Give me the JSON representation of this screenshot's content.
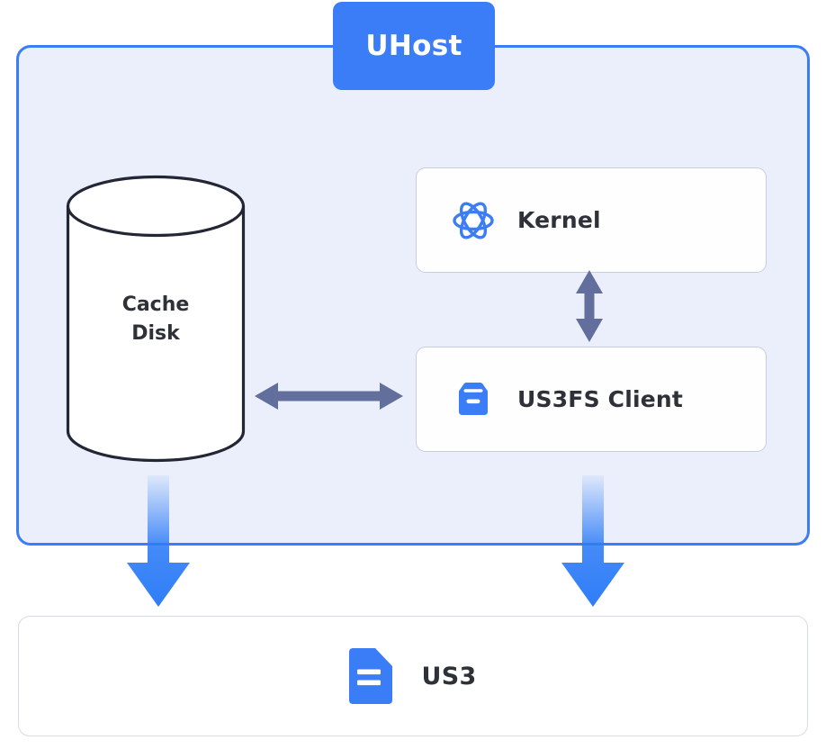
{
  "diagram": {
    "title": "UHost",
    "container": {
      "label": "UHost",
      "fill_color": "#eaeffb",
      "border_color": "#3b7df6"
    },
    "nodes": [
      {
        "id": "cache-disk",
        "label_line1": "Cache",
        "label_line2": "Disk",
        "shape": "cylinder",
        "icon": "cylinder-database-icon"
      },
      {
        "id": "kernel",
        "label": "Kernel",
        "shape": "card",
        "icon": "atom-icon",
        "icon_color": "#3b7df6"
      },
      {
        "id": "us3fs-client",
        "label": "US3FS Client",
        "shape": "card",
        "icon": "box-archive-icon",
        "icon_color": "#3b7df6"
      },
      {
        "id": "us3",
        "label": "US3",
        "shape": "bar",
        "icon": "document-lines-icon",
        "icon_color": "#3b7df6"
      }
    ],
    "connectors": [
      {
        "id": "cache-to-client",
        "from": "cache-disk",
        "to": "us3fs-client",
        "style": "double-arrow-horizontal",
        "color": "#626f9c"
      },
      {
        "id": "kernel-to-client",
        "from": "kernel",
        "to": "us3fs-client",
        "style": "double-arrow-vertical",
        "color": "#626f9c"
      },
      {
        "id": "cache-to-us3",
        "from": "cache-disk",
        "to": "us3",
        "style": "thick-arrow-down-gradient",
        "color": "#2f7df7"
      },
      {
        "id": "client-to-us3",
        "from": "us3fs-client",
        "to": "us3",
        "style": "thick-arrow-down-gradient",
        "color": "#2f7df7"
      }
    ],
    "colors": {
      "accent_blue": "#3b7df6",
      "arrow_blue": "#2f7df7",
      "slate": "#626f9c",
      "text_dark": "#2e3138",
      "card_border": "#c9cddd",
      "cylinder_stroke": "#232634"
    }
  }
}
